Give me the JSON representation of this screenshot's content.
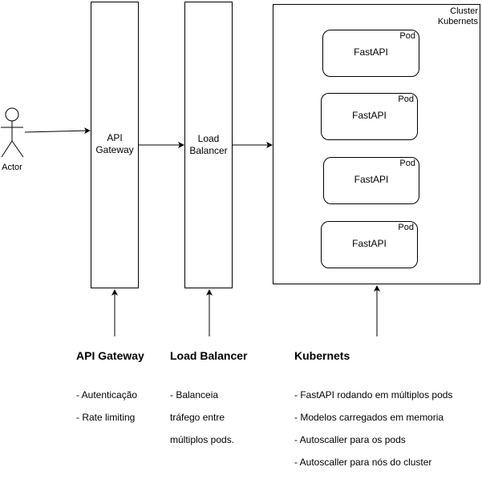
{
  "actor": {
    "label": "Actor"
  },
  "api_gateway": {
    "label_line1": "API",
    "label_line2": "Gateway"
  },
  "load_balancer": {
    "label_line1": "Load",
    "label_line2": "Balancer"
  },
  "cluster": {
    "label_line1": "Cluster",
    "label_line2": "Kubernets",
    "pods": [
      {
        "tag": "Pod",
        "name": "FastAPI"
      },
      {
        "tag": "Pod",
        "name": "FastAPI"
      },
      {
        "tag": "Pod",
        "name": "FastAPI"
      },
      {
        "tag": "Pod",
        "name": "FastAPI"
      }
    ]
  },
  "notes": {
    "api_gateway": {
      "title": "API Gateway",
      "items": [
        "- Autenticação",
        "- Rate limiting"
      ]
    },
    "load_balancer": {
      "title": "Load Balancer",
      "lines": [
        "- Balanceia",
        "tráfego entre",
        "múltiplos pods."
      ]
    },
    "kubernetes": {
      "title": "Kubernets",
      "items": [
        "- FastAPI rodando em múltiplos pods",
        "- Modelos carregados em memoria",
        "- Autoscaller para os pods",
        "- Autoscaller para nós do cluster"
      ]
    }
  }
}
